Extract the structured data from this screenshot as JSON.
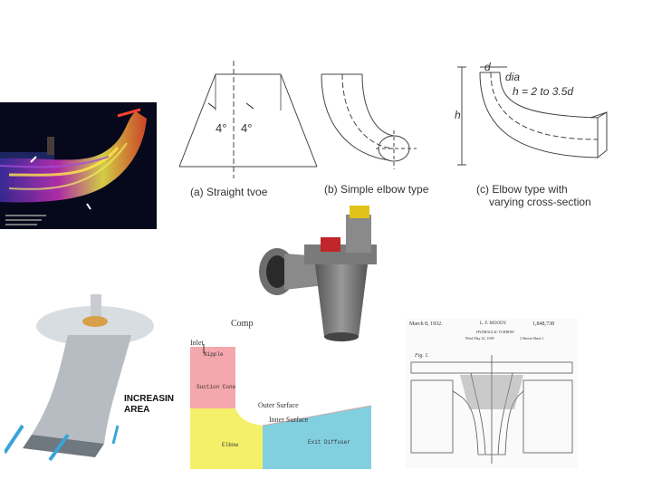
{
  "draft_tube_types": {
    "straight": {
      "caption": "(a) Straight tvoe",
      "angle_left": "4°",
      "angle_right": "4°"
    },
    "simple_elbow": {
      "caption": "(b) Simple elbow type"
    },
    "elbow_varying": {
      "caption_line1": "(c) Elbow type with",
      "caption_line2": "varying cross-section",
      "dim_d": "d",
      "dim_dia": "dia",
      "dim_h": "h",
      "formula": "h = 2 to 3.5d"
    }
  },
  "tube_render": {
    "label_line1": "INCREASIN",
    "label_line2": "AREA"
  },
  "colored_diagram": {
    "title_fragment": "Comp",
    "inlet": "Inlet",
    "nipple": "Nipple",
    "suction_cone": "Suction Cone",
    "outer_surface": "Outer Surface",
    "inner_surface": "Inner Surface",
    "elbow": "Elbow",
    "exit_diffuser": "Exit Diffuser",
    "colors": {
      "suction": "#f4a7ad",
      "elbow": "#f5f06a",
      "exit": "#82cfe0"
    }
  },
  "patent": {
    "date": "March 8, 1932.",
    "inventor": "L. F. MOODY",
    "number": "1,848,738",
    "subject": "HYDRAULIC TURBINE",
    "filed": "Filed May 22, 1928",
    "sheets": "2 Sheets-Sheet 1",
    "fig": "Fig. 1."
  }
}
